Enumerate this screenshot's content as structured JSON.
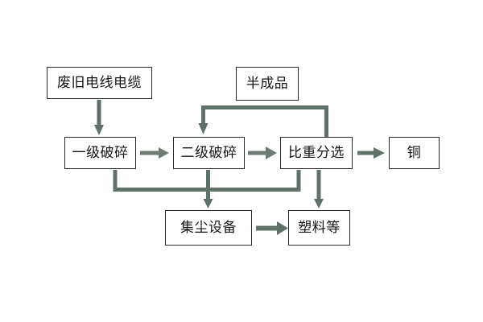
{
  "diagram": {
    "type": "process-flow",
    "title": "",
    "background_color": "#ffffff",
    "node_border_color": "#2a2a2a",
    "connector_color": "#5f7268",
    "nodes": [
      {
        "id": "scrap-cable",
        "label": "废旧电线电缆"
      },
      {
        "id": "semi-product",
        "label": "半成品"
      },
      {
        "id": "primary-crush",
        "label": "一级破碎"
      },
      {
        "id": "secondary-crush",
        "label": "二级破碎"
      },
      {
        "id": "gravity-sort",
        "label": "比重分选"
      },
      {
        "id": "copper",
        "label": "铜"
      },
      {
        "id": "dust-collector",
        "label": "集尘设备"
      },
      {
        "id": "plastics",
        "label": "塑料等"
      }
    ],
    "connectors": [
      {
        "id": "scrap-cable-to-primary-crush",
        "from": "scrap-cable",
        "to": "primary-crush",
        "shape": "vertical-arrow"
      },
      {
        "id": "primary-crush-to-secondary-crush",
        "from": "primary-crush",
        "to": "secondary-crush",
        "shape": "horizontal-arrow"
      },
      {
        "id": "secondary-crush-to-gravity-sort",
        "from": "secondary-crush",
        "to": "gravity-sort",
        "shape": "horizontal-arrow"
      },
      {
        "id": "gravity-sort-to-copper",
        "from": "gravity-sort",
        "to": "copper",
        "shape": "horizontal-arrow"
      },
      {
        "id": "gravity-sort-to-secondary-crush-recycle",
        "from": "gravity-sort",
        "to": "secondary-crush",
        "shape": "feedback-top-bus"
      },
      {
        "id": "crushers-to-dust-collector",
        "from": "primary-crush, secondary-crush, gravity-sort",
        "to": "dust-collector",
        "shape": "merge-bottom-bus"
      },
      {
        "id": "gravity-sort-to-plastics",
        "from": "gravity-sort",
        "to": "plastics",
        "shape": "vertical-arrow"
      },
      {
        "id": "dust-collector-to-plastics",
        "from": "dust-collector",
        "to": "plastics",
        "shape": "horizontal-arrow"
      }
    ]
  }
}
